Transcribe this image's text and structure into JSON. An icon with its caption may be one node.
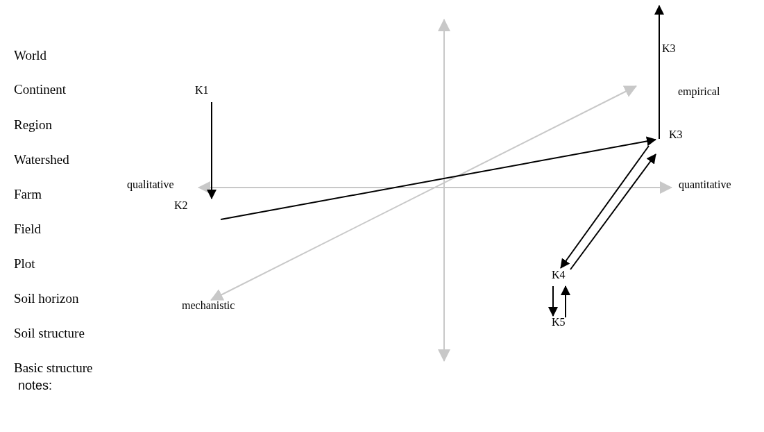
{
  "diagram": {
    "nodes": [
      {
        "text": [
          "K1"
        ]
      },
      {
        "text": [
          "K2"
        ]
      },
      {
        "text": [
          "K3"
        ]
      },
      {
        "text": [
          "K3"
        ]
      },
      {
        "text": [
          "K4"
        ]
      },
      {
        "text": [
          "K5"
        ]
      }
    ],
    "edges": [
      {
        "from": 0,
        "to": 1,
        "arrow": "to"
      },
      {
        "from": 1,
        "to": 2,
        "arrow": "to"
      },
      {
        "from": 2,
        "to": 3,
        "arrow": "to"
      },
      {
        "from": 2,
        "to": 4,
        "arrow": "to"
      },
      {
        "from": 4,
        "to": 2,
        "arrow": "to"
      },
      {
        "from": 4,
        "to": 5,
        "arrow": "to"
      },
      {
        "from": 5,
        "to": 4,
        "arrow": "to"
      }
    ],
    "labels": [
      "World",
      "Continent",
      "Region",
      "Watershed",
      "Farm",
      "Field",
      "Plot",
      "Soil horizon",
      "Soil structure",
      "Basic structure",
      "notes:",
      "empirical",
      "qualitative",
      "quantitative",
      "mechanistic"
    ]
  }
}
